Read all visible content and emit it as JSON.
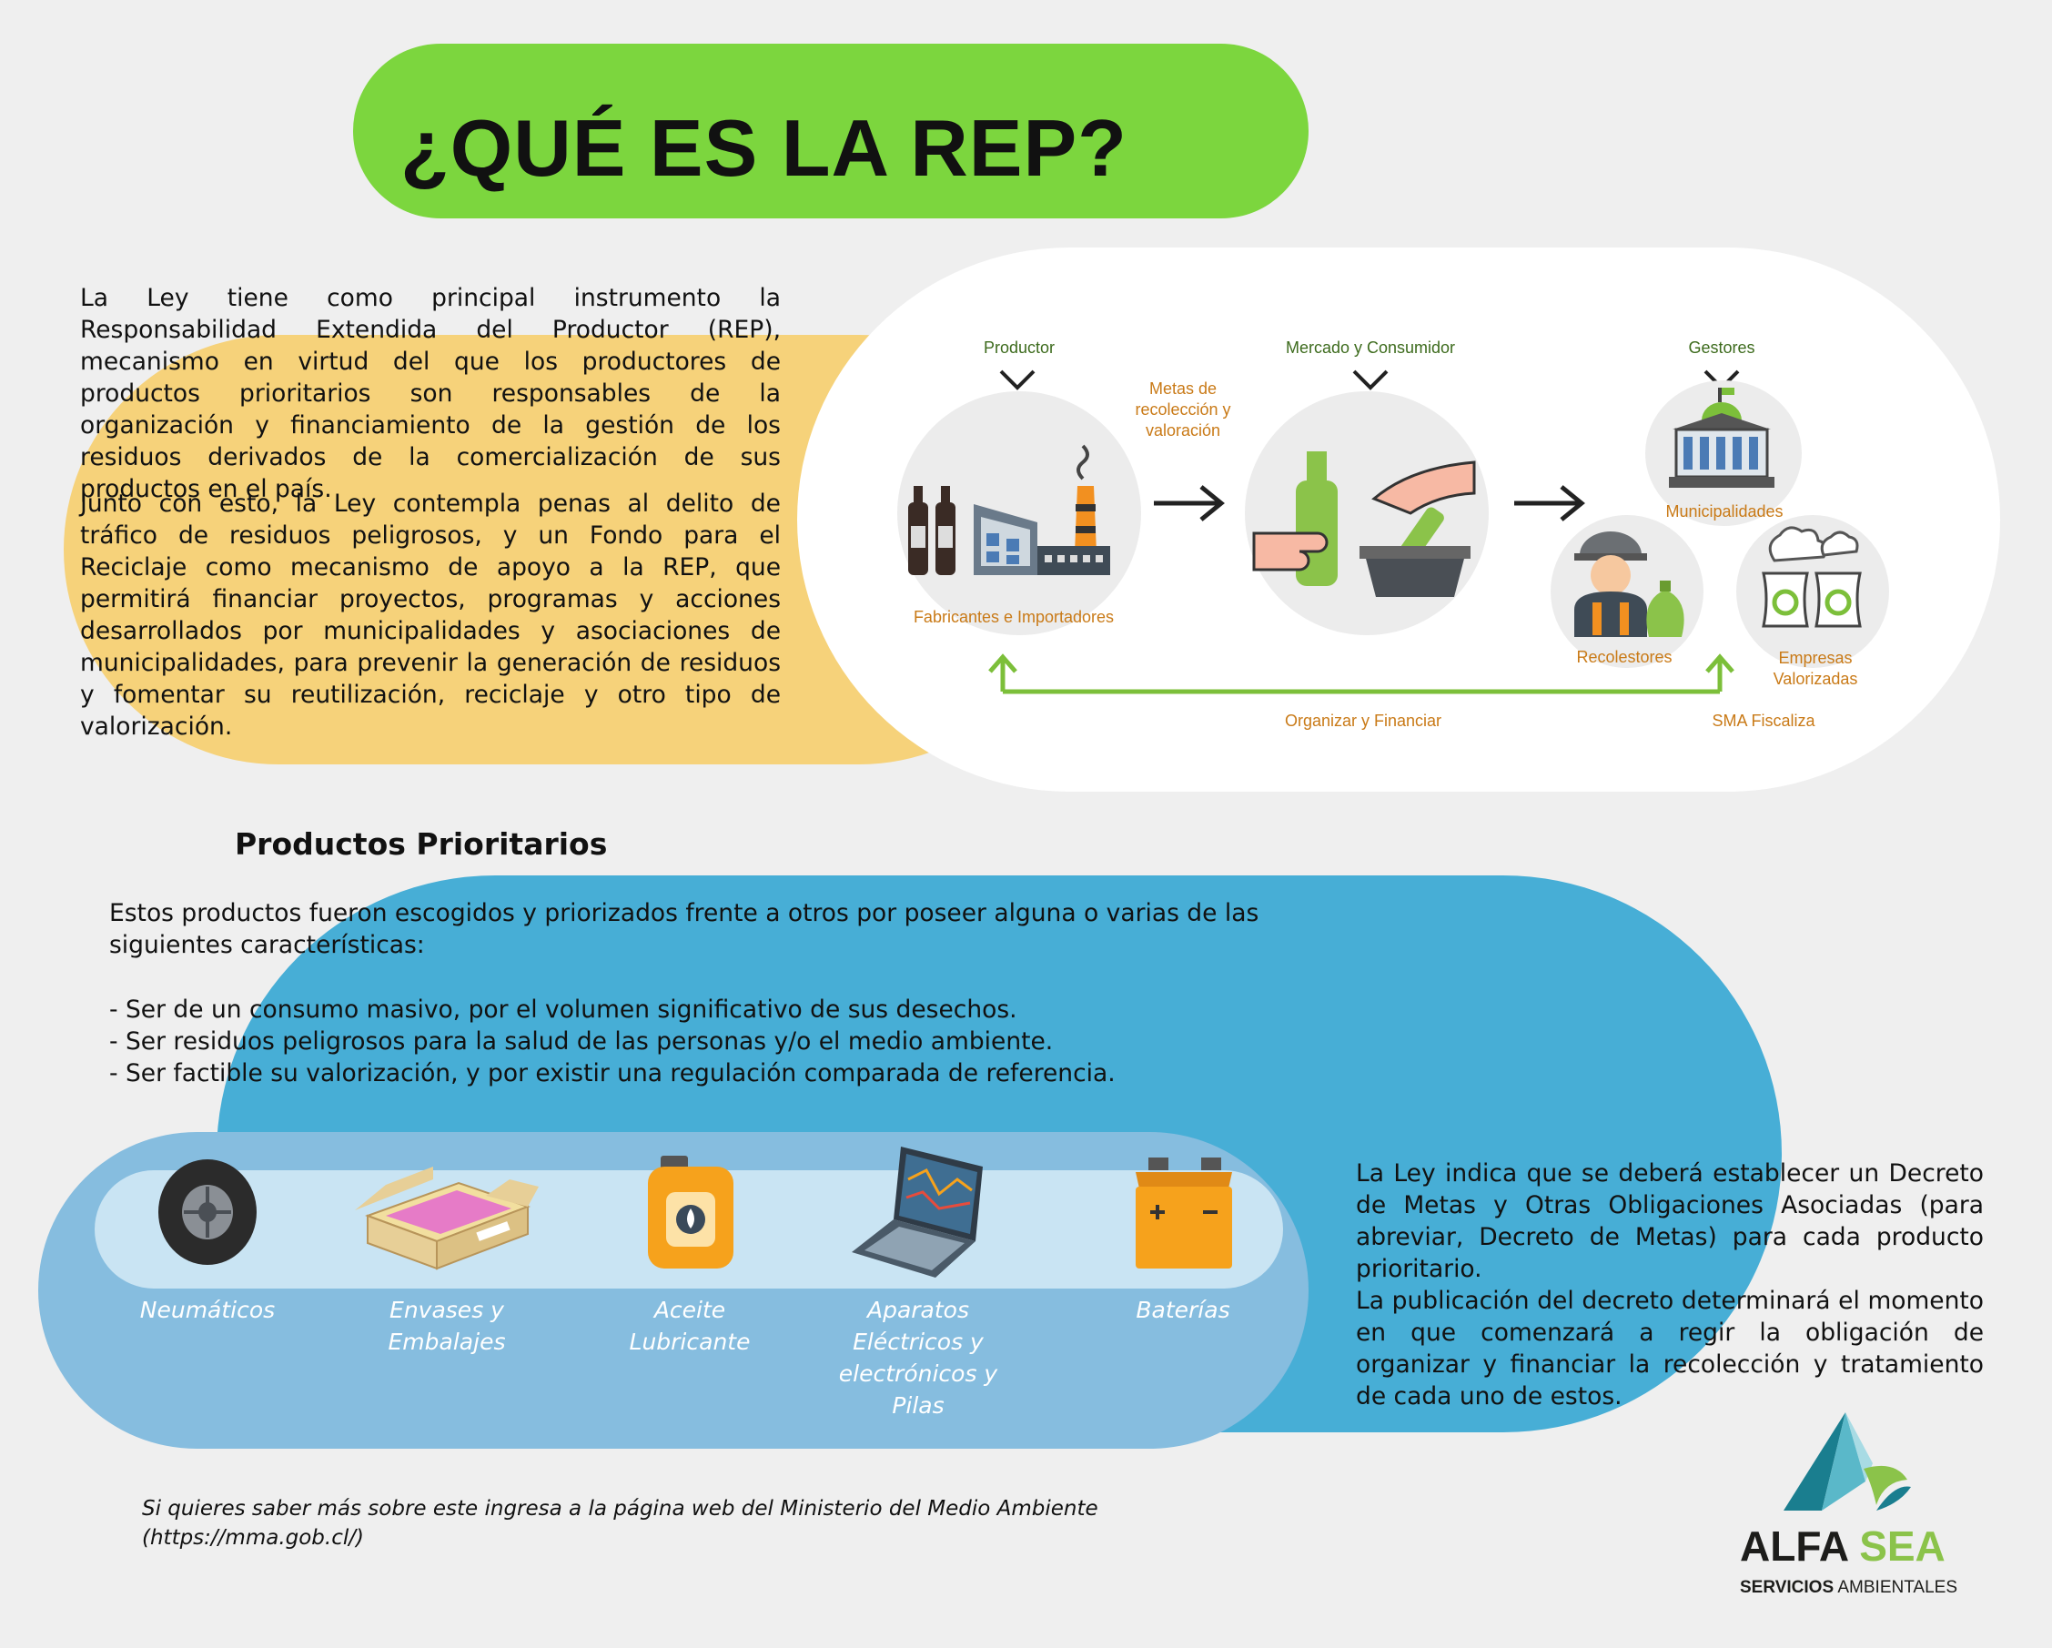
{
  "title": "¿QUÉ ES LA REP?",
  "intro": {
    "paragraph1": "La Ley tiene como principal instrumento la Responsabilidad Extendida del Productor (REP), mecanismo en virtud del que los productores de productos prioritarios son responsables de la organización y financiamiento de la gestión de los residuos derivados de la comercialización de sus productos en el país.",
    "paragraph2": "Junto con esto, la Ley contempla penas al delito de tráfico de residuos peligrosos, y un Fondo para el Reciclaje como mecanismo de apoyo a la REP, que permitirá financiar proyectos, programas y acciones desarrollados por municipalidades y asociaciones de municipalidades, para prevenir la generación de residuos y fomentar su reutilización, reciclaje y otro tipo de valorización."
  },
  "diagram": {
    "productor": "Productor",
    "mercado": "Mercado y Consumidor",
    "gestores": "Gestores",
    "metas": [
      "Metas de",
      "recolección y",
      "valoración"
    ],
    "fabricantes": "Fabricantes e Importadores",
    "municipalidades": "Municipalidades",
    "recolestores": "Recolestores",
    "empresas": [
      "Empresas",
      "Valorizadas"
    ],
    "organizar": "Organizar y Financiar",
    "sma": "SMA Fiscaliza"
  },
  "products": {
    "heading": "Productos Prioritarios",
    "intro": "Estos productos fueron escogidos y priorizados frente a otros por poseer alguna o varias de las siguientes características:",
    "bullets": [
      "- Ser de un consumo masivo, por el volumen significativo de sus desechos.",
      "- Ser residuos peligrosos para la salud de las personas y/o el medio ambiente.",
      "- Ser factible su valorización, y por existir una regulación comparada de referencia."
    ],
    "items": [
      {
        "label": "Neumáticos",
        "icon": "tire-icon"
      },
      {
        "label": "Envases y Embalajes",
        "icon": "box-icon"
      },
      {
        "label": "Aceite Lubricante",
        "icon": "oil-can-icon"
      },
      {
        "label": "Aparatos Eléctricos y electrónicos y Pilas",
        "icon": "laptop-icon"
      },
      {
        "label": "Baterías",
        "icon": "battery-icon"
      }
    ]
  },
  "decree": {
    "p1": "La Ley indica que se deberá establecer un Decreto de Metas y Otras Obligaciones Asociadas (para abreviar, Decreto de Metas) para cada producto prioritario.",
    "p2": "La publicación del decreto determinará el momento en que comenzará a regir la obligación de organizar y financiar la recolección y tratamiento de cada uno de estos."
  },
  "footer_note": "Si quieres saber más sobre este ingresa a la página web del Ministerio del Medio Ambiente (https://mma.gob.cl/)",
  "logo": {
    "name_a": "ALFA",
    "name_b": "SEA",
    "sub_a": "SERVICIOS",
    "sub_b": "AMBIENTALES"
  },
  "colors": {
    "title_green": "#7cd63e",
    "yellow": "#f6d27a",
    "blue": "#47aed6",
    "light_blue": "#86bddf",
    "label_green": "#3d6b1d",
    "label_orange": "#c97a17",
    "arrow_green": "#7cbf3a"
  }
}
